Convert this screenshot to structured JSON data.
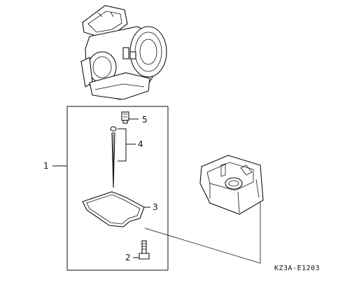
{
  "diagram": {
    "callouts": [
      {
        "id": "1",
        "label": "1"
      },
      {
        "id": "2",
        "label": "2"
      },
      {
        "id": "3",
        "label": "3"
      },
      {
        "id": "4",
        "label": "4"
      },
      {
        "id": "5",
        "label": "5"
      }
    ],
    "figure_code": "KZ3A-E1203"
  }
}
